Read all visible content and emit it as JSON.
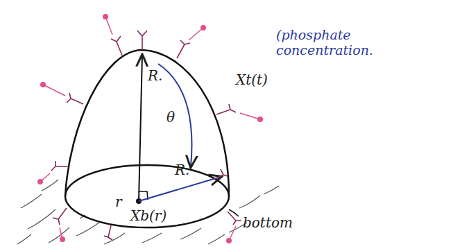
{
  "diagram": {
    "labels": [
      "R.",
      "θ",
      "Xt(t)",
      "(phosphate concentration.",
      "R.",
      "r",
      "Xb(r)",
      "bottom"
    ]
  }
}
